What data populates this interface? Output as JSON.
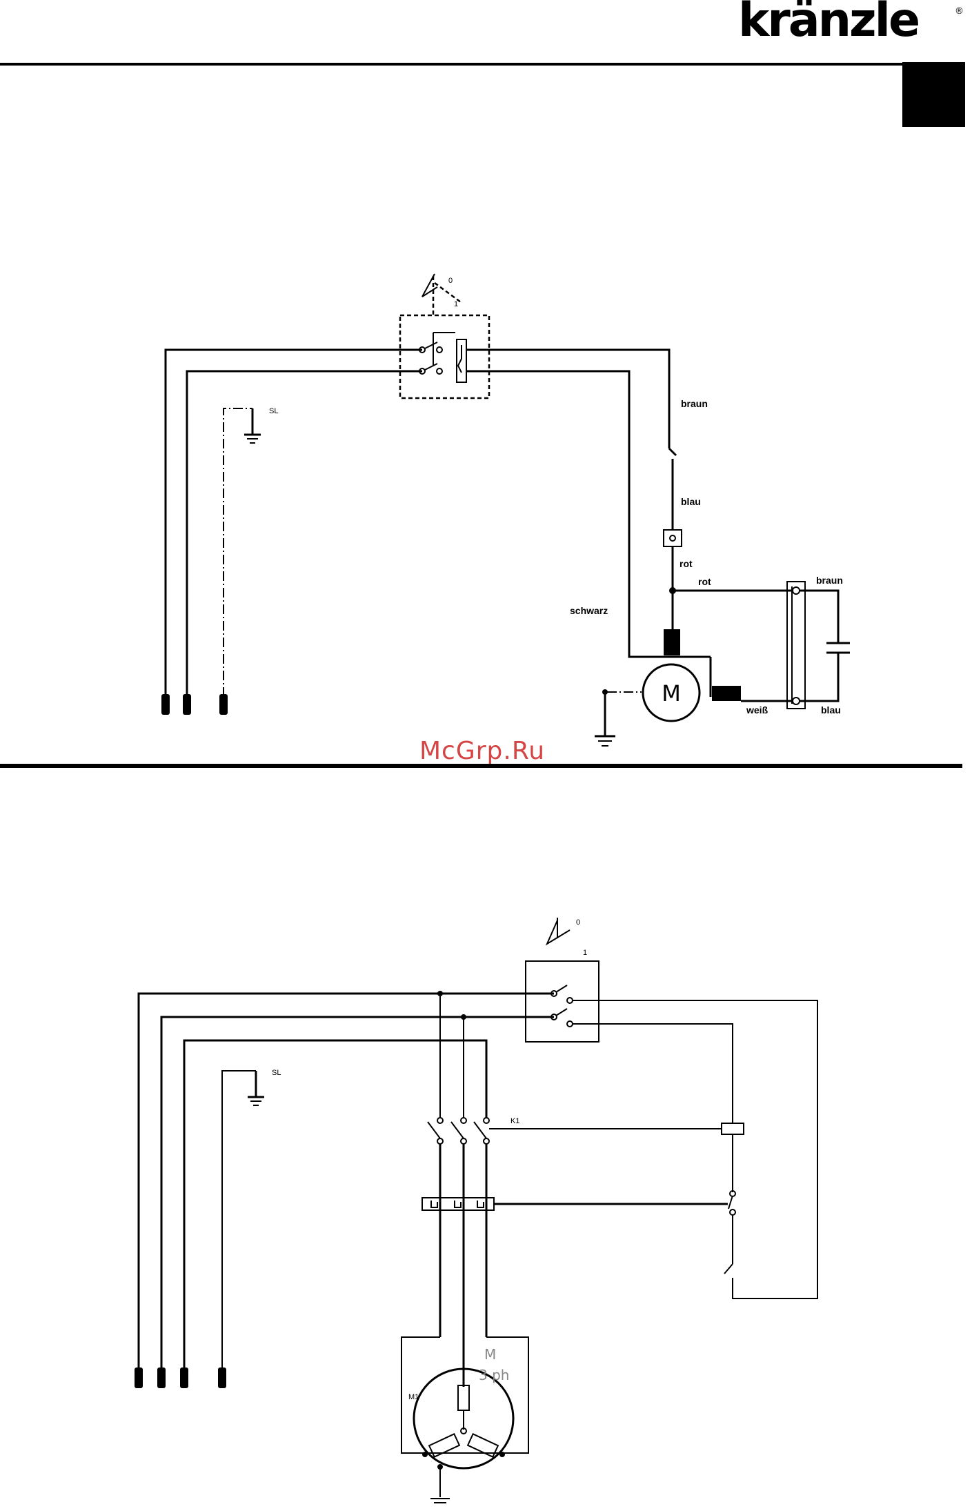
{
  "header": {
    "brand": "kränzle",
    "registered_mark": "®"
  },
  "watermark": "McGrp.Ru",
  "diagram1": {
    "switch_positions": [
      "0",
      "1"
    ],
    "ground_label": "SL",
    "wire_labels": {
      "braun_top": "braun",
      "blau_top": "blau",
      "rot_vertical": "rot",
      "rot_horizontal": "rot",
      "schwarz": "schwarz",
      "braun_cap": "braun",
      "weiss": "weiß",
      "blau_cap": "blau"
    },
    "motor_label": "M"
  },
  "diagram2": {
    "switch_positions": [
      "0",
      "1"
    ],
    "ground_label": "SL",
    "contactor_label": "K1",
    "motor_label": "M",
    "motor_phase": "3 ph",
    "motor_id": "M1"
  }
}
